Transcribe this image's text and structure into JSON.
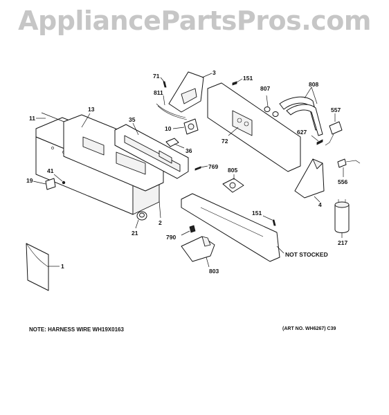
{
  "watermark": "AppliancePartsPros.com",
  "callouts": {
    "c71": "71",
    "c3": "3",
    "c151a": "151",
    "c811": "811",
    "c807": "807",
    "c808": "808",
    "c557": "557",
    "c13": "13",
    "c11": "11",
    "c35": "35",
    "c10": "10",
    "c627": "627",
    "c72": "72",
    "c36": "36",
    "c769": "769",
    "c805": "805",
    "c556": "556",
    "c41": "41",
    "c19": "19",
    "c4": "4",
    "c151b": "151",
    "c2": "2",
    "c21": "21",
    "c217": "217",
    "c790": "790",
    "c803": "803",
    "c1": "1"
  },
  "labels": {
    "not_stocked": "NOT STOCKED",
    "note": "NOTE: HARNESS WIRE WH19X0163",
    "art_no": "(ART NO. WH6267)  C39"
  }
}
